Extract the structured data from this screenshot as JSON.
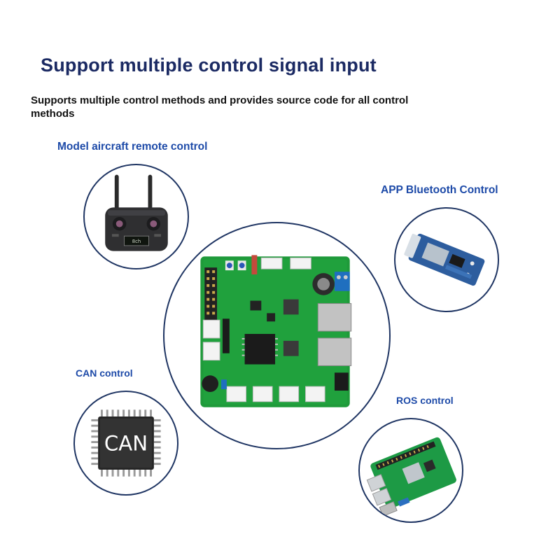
{
  "header": {
    "title": "Support multiple control signal input",
    "subtitle": "Supports multiple control methods and provides source code for all control methods"
  },
  "methods": {
    "rc": {
      "label": "Model aircraft remote control",
      "screen_text": "8ch"
    },
    "bluetooth": {
      "label": "APP Bluetooth Control"
    },
    "can": {
      "label": "CAN control",
      "chip_text": "CAN"
    },
    "ros": {
      "label": "ROS control"
    }
  },
  "colors": {
    "title": "#1b2a63",
    "label": "#1d4aa8",
    "circle_border": "#1f3563",
    "pcb_green": "#1f9a3a"
  },
  "icons": {
    "rc": "rc-transmitter-icon",
    "bluetooth": "bluetooth-module-icon",
    "can": "can-chip-icon",
    "ros": "raspberry-pi-board-icon",
    "center": "controller-board-icon"
  }
}
